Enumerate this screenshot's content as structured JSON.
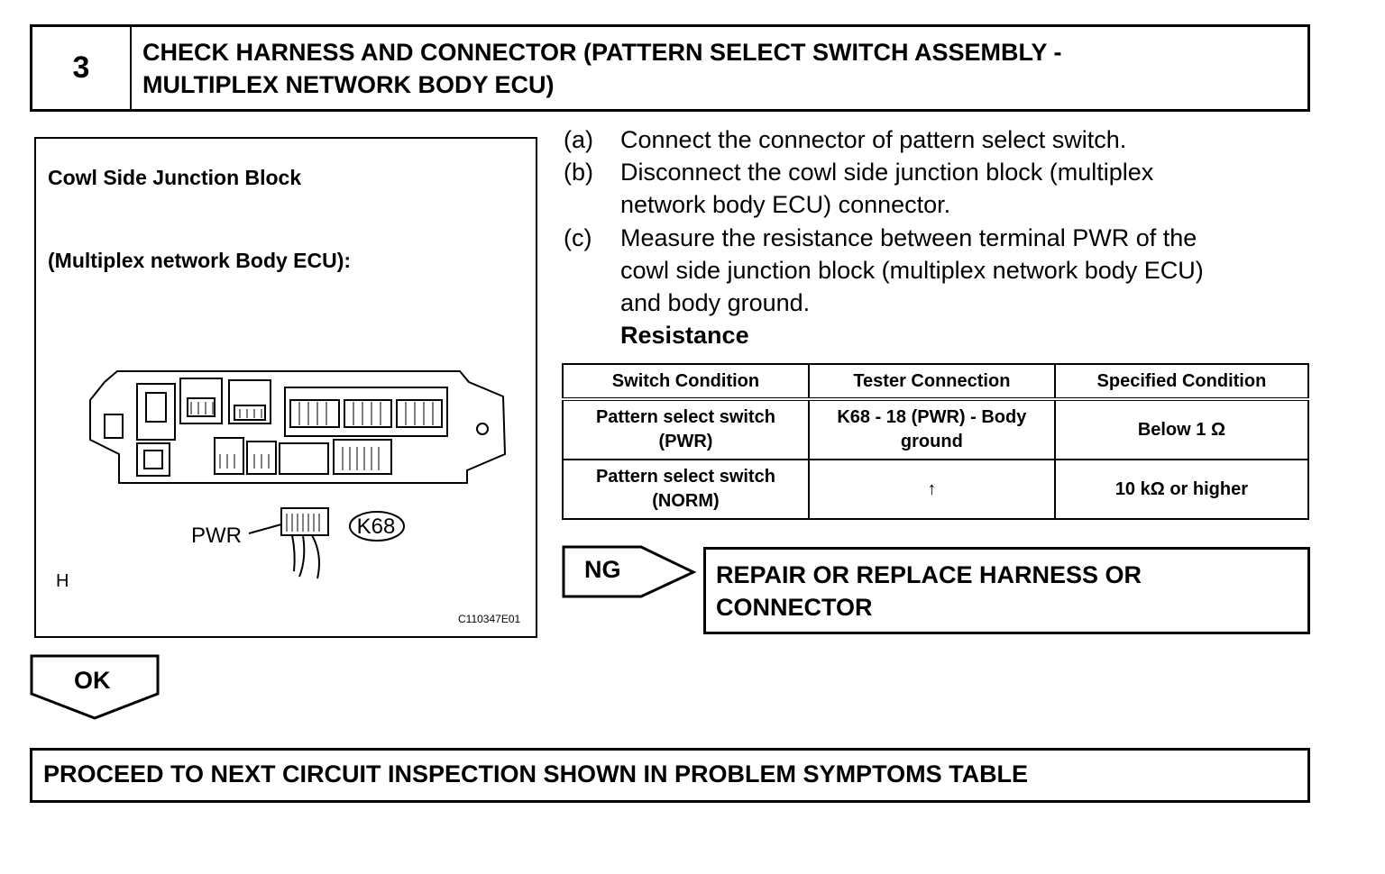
{
  "step": {
    "number": "3",
    "title_line1": "CHECK HARNESS AND CONNECTOR (PATTERN SELECT SWITCH ASSEMBLY -",
    "title_line2": "MULTIPLEX NETWORK BODY ECU)"
  },
  "illustration": {
    "label_1": "Cowl Side Junction Block",
    "label_2": "(Multiplex network Body ECU):",
    "terminal_label": "PWR",
    "connector_label": "K68",
    "corner_letter": "H",
    "figure_code": "C110347E01"
  },
  "instructions": [
    {
      "letter": "(a)",
      "line1": "Connect the connector of pattern select switch.",
      "line2": ""
    },
    {
      "letter": "(b)",
      "line1": "Disconnect the cowl side junction block (multiplex",
      "line2": "network body ECU) connector."
    },
    {
      "letter": "(c)",
      "line1": "Measure the resistance between terminal PWR of the",
      "line2": "cowl side junction block (multiplex network body ECU)",
      "line3": "and body ground."
    }
  ],
  "resistance_heading": "Resistance",
  "table": {
    "headers": [
      "Switch Condition",
      "Tester Connection",
      "Specified Condition"
    ],
    "rows": [
      {
        "switch_line1": "Pattern select switch",
        "switch_line2": "(PWR)",
        "tester_line1": "K68 - 18 (PWR) - Body",
        "tester_line2": "ground",
        "spec": "Below 1 Ω"
      },
      {
        "switch_line1": "Pattern select switch",
        "switch_line2": "(NORM)",
        "tester_line1": "↑",
        "tester_line2": "",
        "spec": "10 kΩ or higher"
      }
    ]
  },
  "ng": {
    "label": "NG",
    "result_line1": "REPAIR OR REPLACE HARNESS OR",
    "result_line2": "CONNECTOR"
  },
  "ok": {
    "label": "OK"
  },
  "proceed": "PROCEED TO NEXT CIRCUIT INSPECTION SHOWN IN PROBLEM SYMPTOMS TABLE"
}
